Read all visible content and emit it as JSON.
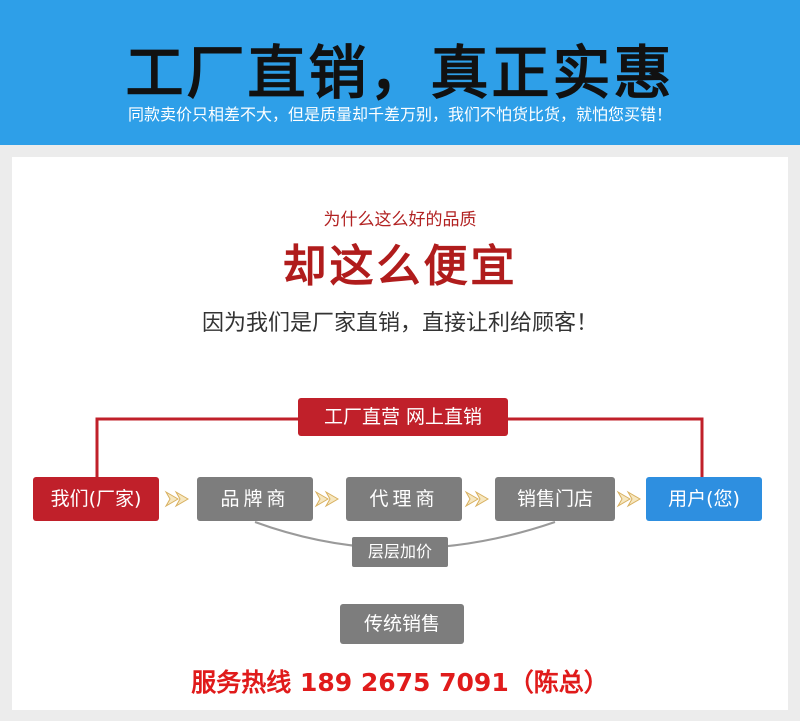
{
  "banner": {
    "title": "工厂直销，真正实惠",
    "subtitle": "同款卖价只相差不大，但是质量却千差万别，我们不怕货比货，就怕您买错！"
  },
  "heading": {
    "small": "为什么这么好的品质",
    "big": "却这么便宜",
    "reason": "因为我们是厂家直销，直接让利给顾客！"
  },
  "diagram": {
    "direct_label": "工厂直营 网上直销",
    "factory": "我们(厂家)",
    "brand": "品牌商",
    "agent": "代理商",
    "store": "销售门店",
    "user": "用户(您)",
    "markup_label": "层层加价",
    "traditional": "传统销售"
  },
  "footer": {
    "hotline": "服务热线 189 2675 7091（陈总）"
  },
  "colors": {
    "banner_blue": "#2e9fe8",
    "accent_red": "#c0202a",
    "box_gray": "#7d7d7d",
    "user_blue": "#2e8fe0"
  }
}
